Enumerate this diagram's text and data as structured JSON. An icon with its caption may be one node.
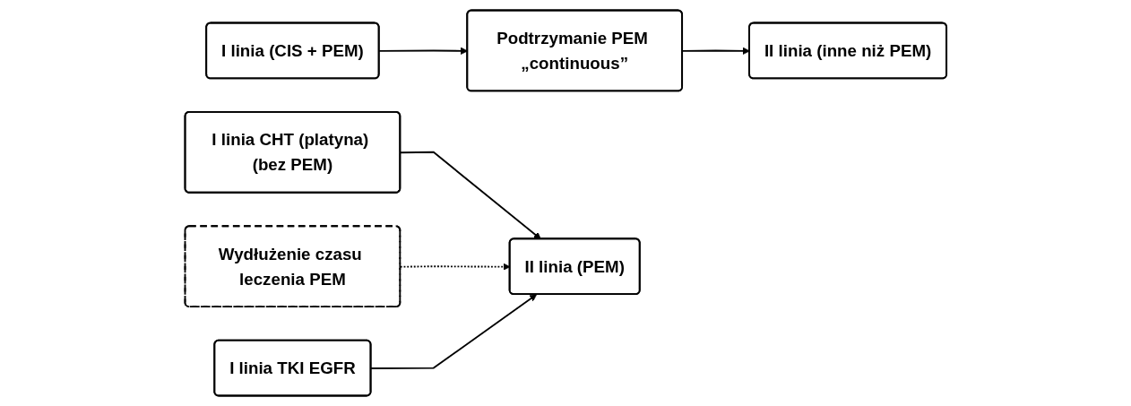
{
  "diagram": {
    "nodes": [
      {
        "text": [
          "I linia (CIS + PEM)"
        ]
      },
      {
        "text": [
          "Podtrzymanie PEM „continuous”"
        ]
      },
      {
        "text": [
          "II linia (inne niż PEM)"
        ]
      },
      {
        "text": [
          "I linia CHT (platyna) (bez PEM)"
        ]
      },
      {
        "text": [
          "II linia (PEM)"
        ]
      },
      {
        "text": [
          "Wydłużenie czasu leczenia PEM"
        ]
      },
      {
        "text": [
          "I linia TKI EGFR"
        ]
      }
    ],
    "edges": [
      {
        "from": 0,
        "to": 1,
        "arrow": "to"
      },
      {
        "from": 1,
        "to": 2,
        "arrow": "to"
      },
      {
        "from": 3,
        "to": 4,
        "arrow": "to"
      },
      {
        "from": 5,
        "to": 4,
        "arrow": "to",
        "style": "dashed"
      },
      {
        "from": 6,
        "to": 4,
        "arrow": "to"
      }
    ]
  }
}
